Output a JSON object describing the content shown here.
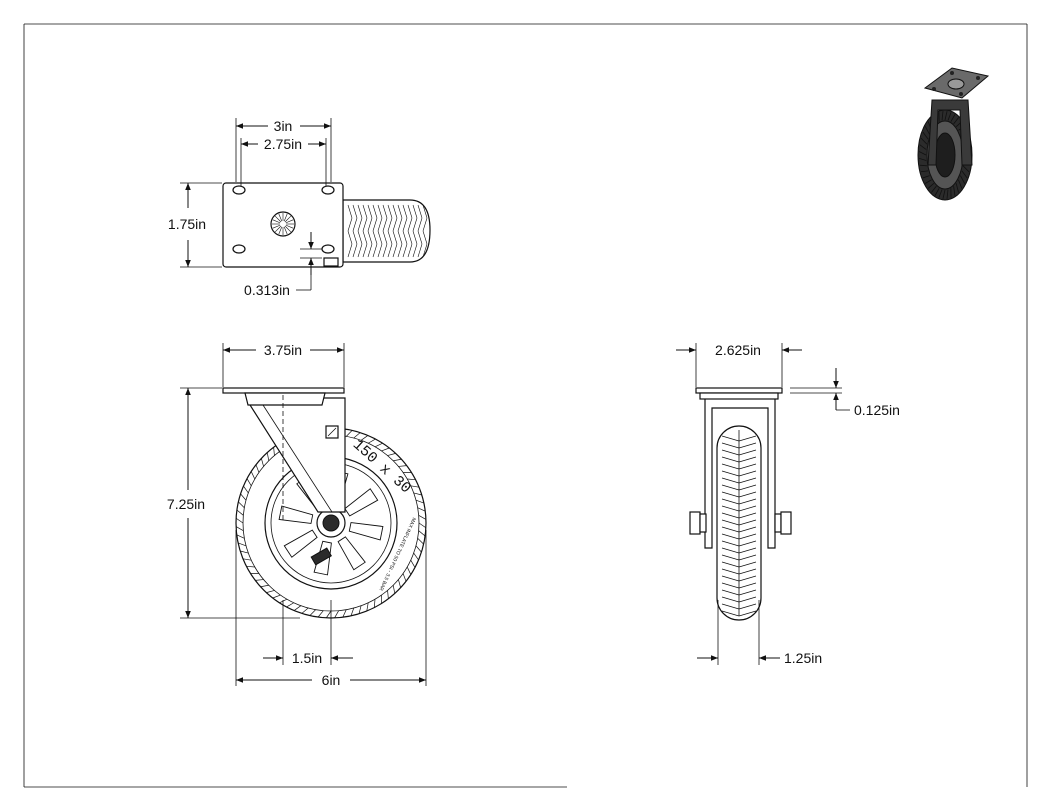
{
  "views": {
    "top": {
      "dim_width_outer": "3in",
      "dim_width_holes": "2.75in",
      "dim_height": "1.75in",
      "dim_offset": "0.313in"
    },
    "side": {
      "dim_plate": "3.75in",
      "dim_height": "7.25in",
      "dim_wheel_width": "1.5in",
      "dim_diameter": "6in",
      "tire_marking": "150 x 30",
      "tire_small_text": "MAX INFLATE TO 50 PSI - 3.5 BAR"
    },
    "front": {
      "dim_plate": "2.625in",
      "dim_plate_thickness": "0.125in",
      "dim_tire_width": "1.25in"
    }
  },
  "colors": {
    "line": "#111111",
    "dark_fill": "#2b2b2b",
    "background": "#ffffff"
  }
}
